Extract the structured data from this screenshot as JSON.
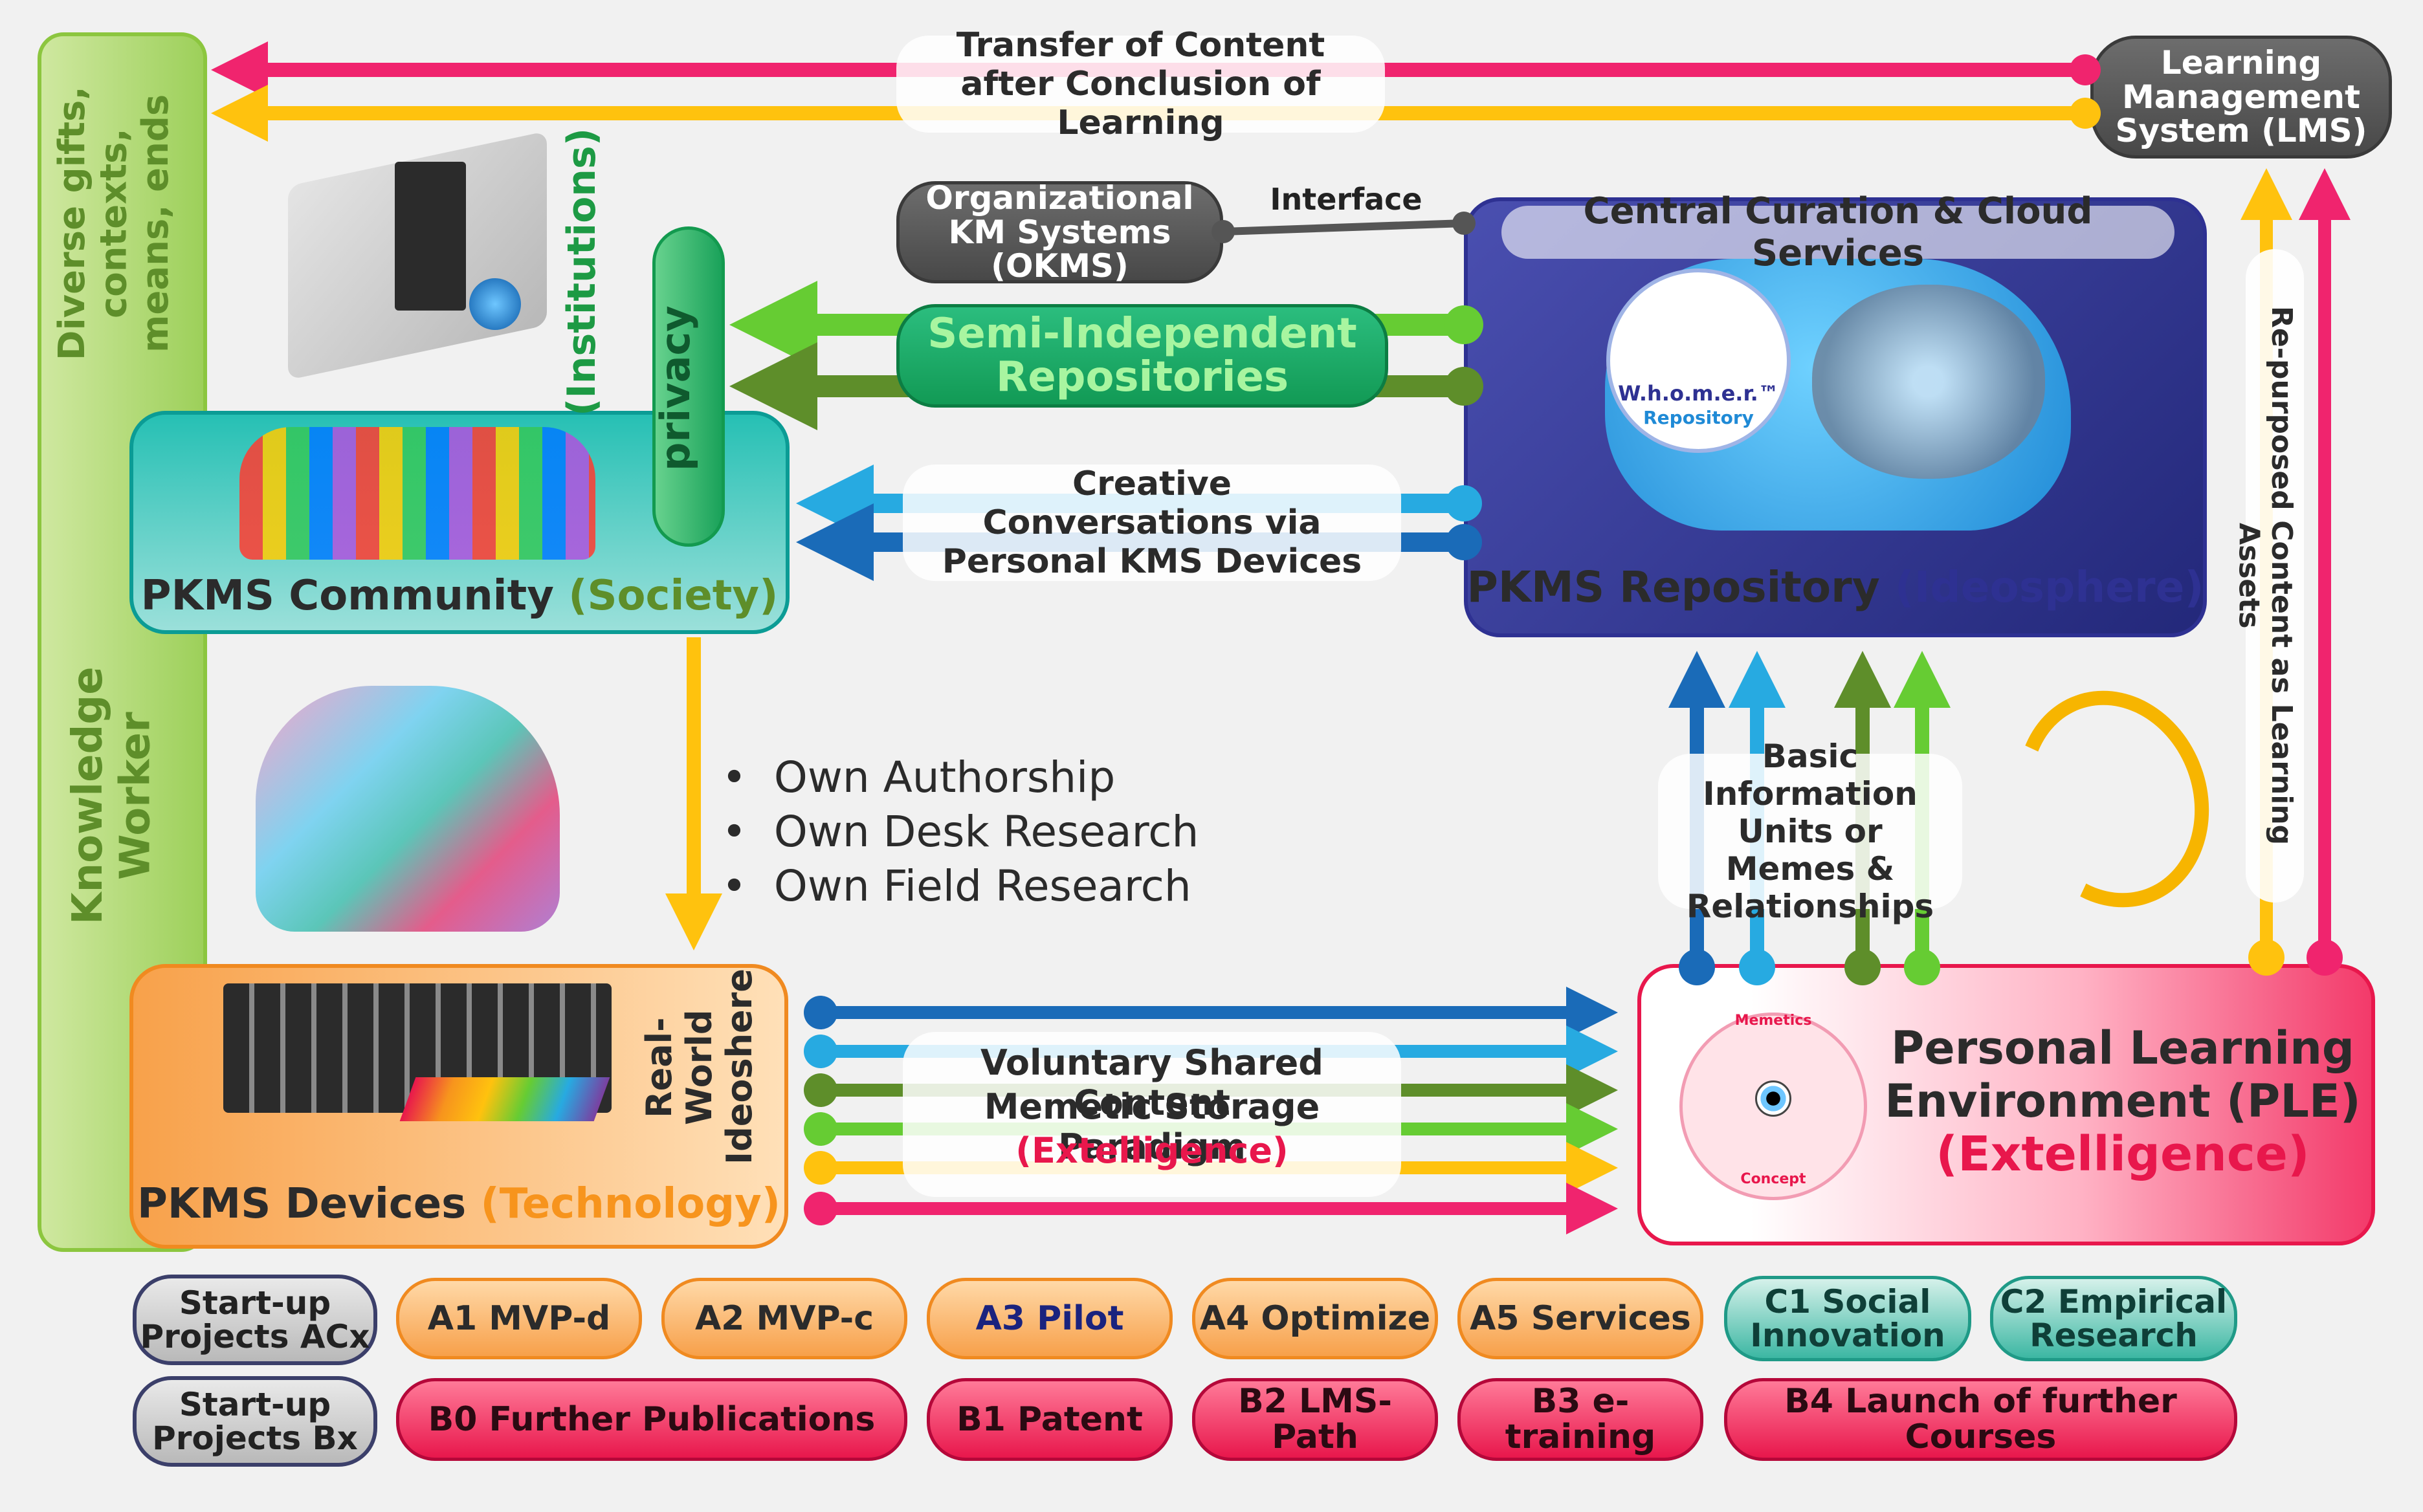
{
  "colors": {
    "pink": "#f0246e",
    "yellow": "#ffc20e",
    "green_light": "#66cc33",
    "green_dark": "#5e8e2a",
    "blue_light": "#27aae1",
    "blue_dark": "#1a6bb8",
    "navy": "#222a7a",
    "grey": "#555555"
  },
  "knowledge_worker": {
    "top_text": "Diverse gifts, contexts, means, ends",
    "bottom_text": "Knowledge Worker"
  },
  "transfer_label": "Transfer of Content after Conclusion of Learning",
  "lms_label": "Learning Management System (LMS)",
  "institutions_label": "(Institutions)",
  "privacy_label": "privacy",
  "okms_label": "Organizational KM Systems (OKMS)",
  "interface_label": "Interface",
  "semi_independent_label": "Semi-Independent Repositories",
  "creative_label": "Creative Conversations via Personal KMS Devices",
  "central_curation_label": "Central Curation & Cloud Services",
  "whomer_label": "W.h.o.m.e.r.™",
  "whomer_sub": "Repository",
  "pkms_repository": {
    "main": "PKMS Repository",
    "paren": "(Ideosphere)"
  },
  "pkms_community": {
    "main": "PKMS Community",
    "paren": "(Society)"
  },
  "own_research_items": [
    "Own Authorship",
    "Own Desk Research",
    "Own Field Research"
  ],
  "basic_info_label": "Basic Information Units or Memes & Relationships",
  "repurposed_label": "Re-purposed Content as Learning Assets",
  "real_world_label": "Real-World Ideoshere",
  "pkms_devices": {
    "main": "PKMS Devices",
    "paren": "(Technology)"
  },
  "voluntary_label": {
    "line1": "Voluntary Shared Content",
    "line2": "Memetic Storage Paradigm",
    "line3": "(Extelligence)"
  },
  "ple": {
    "line1": "Personal Learning",
    "line2": "Environment (PLE)",
    "line3": "(Extelligence)",
    "memetics": "Memetics",
    "concept": "Concept"
  },
  "projects_row_a": {
    "start_label": "Start-up Projects ACx",
    "items": [
      {
        "label": "A1 MVP-d"
      },
      {
        "label": "A2 MVP-c"
      },
      {
        "label": "A3 Pilot"
      },
      {
        "label": "A4 Optimize"
      },
      {
        "label": "A5 Services"
      },
      {
        "label": "C1 Social Innovation"
      },
      {
        "label": "C2 Empirical Research"
      }
    ]
  },
  "projects_row_b": {
    "start_label": "Start-up Projects Bx",
    "items": [
      {
        "label": "B0 Further Publications"
      },
      {
        "label": "B1 Patent"
      },
      {
        "label": "B2 LMS-Path"
      },
      {
        "label": "B3 e-training"
      },
      {
        "label": "B4 Launch of further Courses"
      }
    ]
  }
}
